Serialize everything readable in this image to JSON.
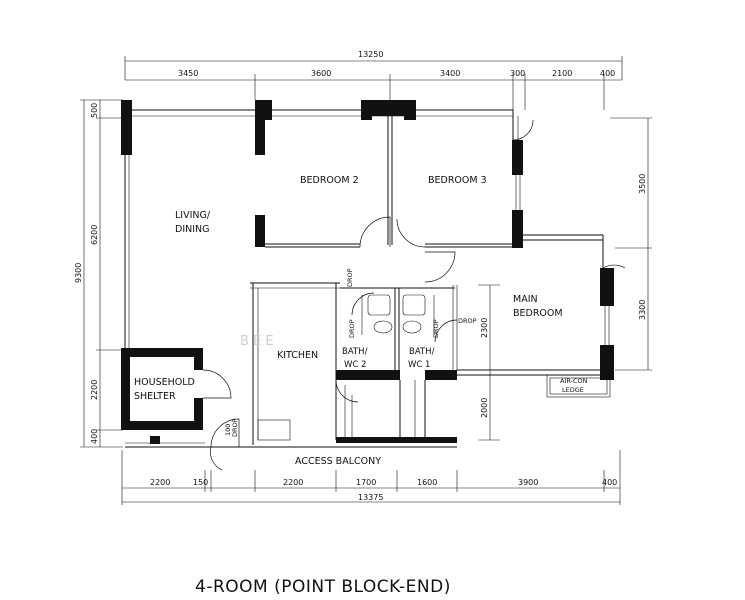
{
  "title": "4-ROOM (POINT BLOCK-END)",
  "rooms": {
    "living_dining": [
      "LIVING/",
      "DINING"
    ],
    "bedroom2": "BEDROOM 2",
    "bedroom3": "BEDROOM 3",
    "main_bedroom": [
      "MAIN",
      "BEDROOM"
    ],
    "kitchen": "KITCHEN",
    "household_shelter": [
      "HOUSEHOLD",
      "SHELTER"
    ],
    "bath_wc2": [
      "BATH/",
      "WC 2"
    ],
    "bath_wc1": [
      "BATH/",
      "WC 1"
    ],
    "access_balcony": "ACCESS BALCONY",
    "aircon_ledge": [
      "AIR-CON",
      "LEDGE"
    ]
  },
  "labels": {
    "drop": "DROP",
    "drop_100": "100",
    "watermark": "B E E"
  },
  "dims": {
    "top_total": "13250",
    "top": [
      "3450",
      "3600",
      "3400",
      "300",
      "2100",
      "400"
    ],
    "bottom_total": "13375",
    "bottom": [
      "2200",
      "150",
      "2200",
      "1700",
      "1600",
      "3900",
      "400"
    ],
    "left_total": "9300",
    "left": [
      "500",
      "6200",
      "2200",
      "400"
    ],
    "right": [
      "3500",
      "3300"
    ],
    "inner_2300": "2300",
    "inner_2000": "2000"
  }
}
